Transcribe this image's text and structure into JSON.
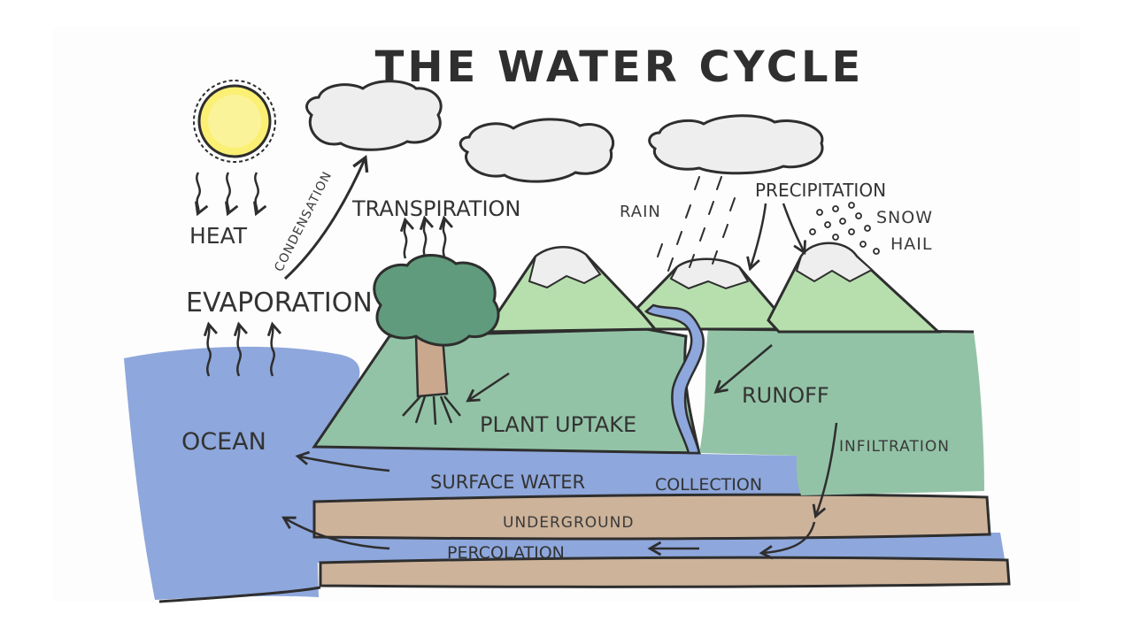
{
  "title": "THE WATER CYCLE",
  "labels": {
    "heat": "HEAT",
    "condensation": "CONDENSATION",
    "transpiration": "TRANSPIRATION",
    "evaporation": "EVAPORATION",
    "rain": "RAIN",
    "precipitation": "PRECIPITATION",
    "snow": "SNOW",
    "hail": "HAIL",
    "ocean": "OCEAN",
    "plant_uptake": "PLANT UPTAKE",
    "runoff": "RUNOFF",
    "infiltration": "INFILTRATION",
    "surface_water": "SURFACE WATER",
    "collection": "COLLECTION",
    "underground": "UNDERGROUND",
    "percolation": "PERCOLATION"
  },
  "colors": {
    "ocean": "#8ea7dc",
    "land": "#93c3a6",
    "mountain": "#b7dfae",
    "soil": "#cdb39a",
    "trunk": "#c9a88e",
    "tree": "#5f9b7c",
    "sun": "#fbef74",
    "cloud": "#eeeeee",
    "snowcap": "#eeeeee",
    "ink": "#2e2e2e"
  }
}
